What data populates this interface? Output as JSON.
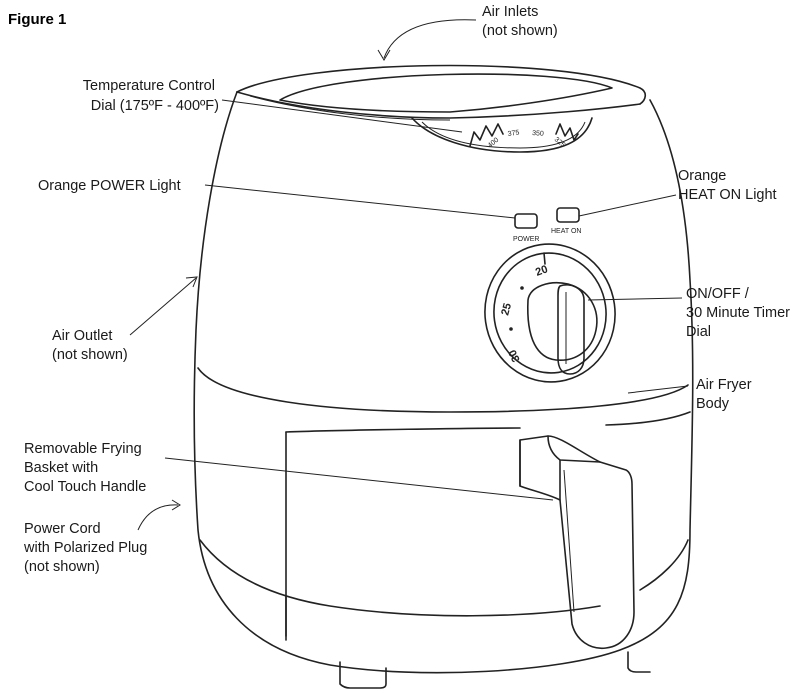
{
  "figure_title": "Figure 1",
  "callouts": {
    "air_inlets": [
      "Air Inlets",
      "(not shown)"
    ],
    "temp_dial": [
      "Temperature Control",
      "Dial (175ºF - 400ºF)"
    ],
    "power_light": [
      "Orange POWER Light"
    ],
    "heat_light": [
      "Orange",
      "HEAT ON Light"
    ],
    "timer_dial": [
      "ON/OFF /",
      "30 Minute Timer",
      "Dial"
    ],
    "air_outlet": [
      "Air Outlet",
      "(not shown)"
    ],
    "body": [
      "Air Fryer",
      "Body"
    ],
    "basket": [
      "Removable Frying",
      "Basket with",
      "Cool Touch Handle"
    ],
    "power_cord": [
      "Power Cord",
      "with Polarized Plug",
      "(not shown)"
    ]
  },
  "panel": {
    "power_label": "POWER",
    "heat_label": "HEAT ON"
  },
  "temp_scale": [
    "400",
    "375",
    "350",
    "325"
  ],
  "timer_scale": [
    "20",
    "25",
    "30"
  ]
}
